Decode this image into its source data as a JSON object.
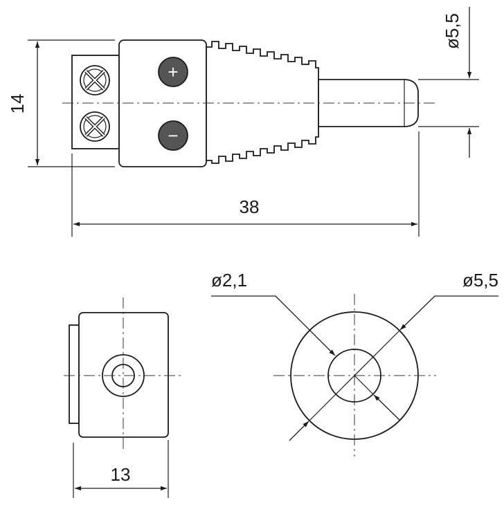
{
  "dimensions": {
    "height": "14",
    "pin_diameter": "ø5,5",
    "length": "38",
    "width": "13",
    "inner_diameter": "ø2,1",
    "outer_diameter": "ø5,5"
  },
  "terminals": {
    "positive_symbol": "+",
    "negative_symbol": "−"
  },
  "colors": {
    "line": "#1a1a1a",
    "terminal_fill": "#555555",
    "background": "#ffffff"
  }
}
